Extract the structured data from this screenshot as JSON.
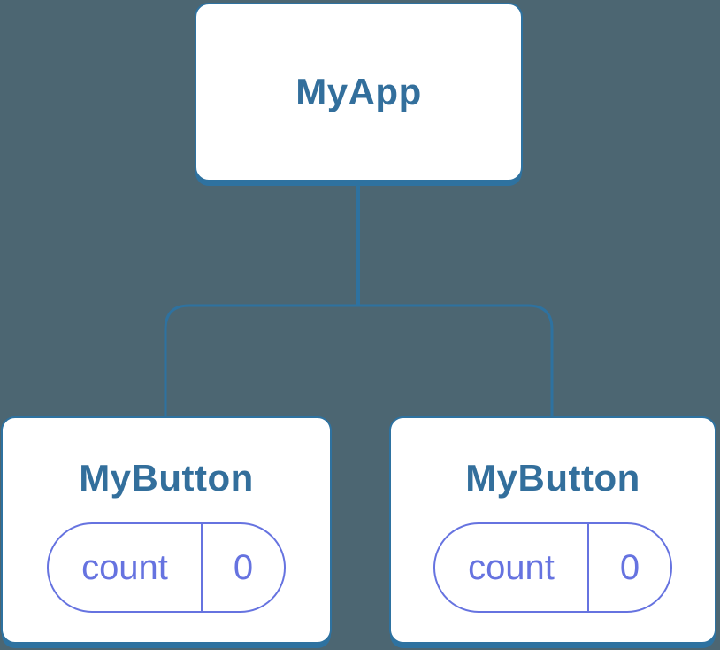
{
  "colors": {
    "bg": "#4C6672",
    "card_border": "#2E72A0",
    "card_bg": "#ffffff",
    "title_color": "#336F9C",
    "pill_color": "#6673E0"
  },
  "diagram": {
    "type": "component-tree",
    "root": {
      "title": "MyApp"
    },
    "children": [
      {
        "title": "MyButton",
        "state": {
          "key": "count",
          "value": "0"
        }
      },
      {
        "title": "MyButton",
        "state": {
          "key": "count",
          "value": "0"
        }
      }
    ]
  }
}
